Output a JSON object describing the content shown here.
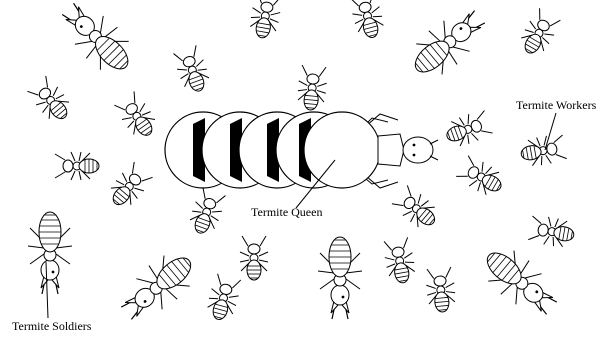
{
  "diagram": {
    "labels": {
      "queen": "Termite Queen",
      "workers": "Termite Workers",
      "soldiers": "Termite Soldiers"
    },
    "colors": {
      "ink": "#000000",
      "fill": "#ffffff",
      "band": "#000000"
    }
  }
}
